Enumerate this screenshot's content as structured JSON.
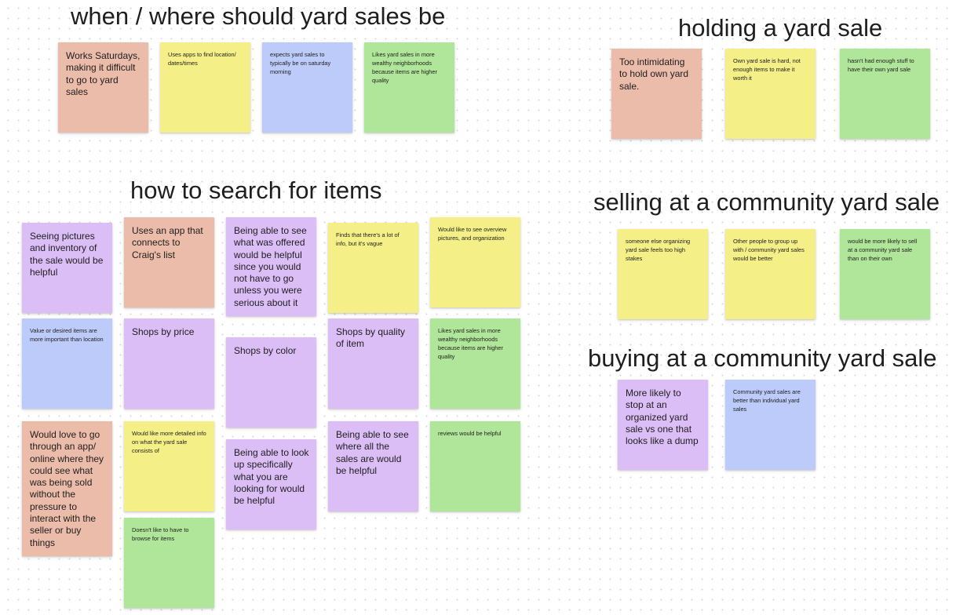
{
  "board": {
    "sections": {
      "when_where": {
        "title": "when / where should yard sales be"
      },
      "holding": {
        "title": "holding a yard sale"
      },
      "search": {
        "title": "how to search for items"
      },
      "selling_community": {
        "title": "selling at a community yard sale"
      },
      "buying_community": {
        "title": "buying at a community yard sale"
      }
    },
    "notes": {
      "ww1": {
        "text": "Works Saturdays, making it difficult to go to yard sales",
        "color": "#ecbcaa"
      },
      "ww2": {
        "text": "Uses apps to find location/ dates/times",
        "color": "#f5ef87"
      },
      "ww3": {
        "text": "expects yard sales to typically be on saturday morning",
        "color": "#bdcbfa"
      },
      "ww4": {
        "text": "Likes yard sales in more wealthy neighborhoods because items are higher quality",
        "color": "#b0e69a"
      },
      "h1": {
        "text": "Too intimidating to hold own yard sale.",
        "color": "#ecbcaa"
      },
      "h2": {
        "text": "Own yard sale is hard, not enough items to make it worth it",
        "color": "#f5ef87"
      },
      "h3": {
        "text": "hasn't had enough stuff to have their own yard sale",
        "color": "#b0e69a"
      },
      "s1": {
        "text": "Seeing pictures and inventory of the sale would be helpful",
        "color": "#dcbef7"
      },
      "s2": {
        "text": "Uses an app that connects to Craig's list",
        "color": "#ecbcaa"
      },
      "s3": {
        "text": "Being able to see what was offered would be helpful since you would not have to go unless you were serious about it",
        "color": "#dcbef7"
      },
      "s4": {
        "text": "Finds that there's a lot of info, but it's vague",
        "color": "#f5ef87"
      },
      "s5": {
        "text": "Would like to see overview pictures, and organization",
        "color": "#f5ef87"
      },
      "s6": {
        "text": "Value or desired items are more important than location",
        "color": "#bdcbfa"
      },
      "s7": {
        "text": "Shops by price",
        "color": "#dcbef7"
      },
      "s8": {
        "text": "Shops by color",
        "color": "#dcbef7"
      },
      "s9": {
        "text": "Shops by quality of item",
        "color": "#dcbef7"
      },
      "s10": {
        "text": "Likes yard sales in more wealthy neighborhoods because items are higher quality",
        "color": "#b0e69a"
      },
      "s11": {
        "text": "Would love to go through an app/ online where they could see what was being sold without the pressure to interact with the seller or buy things",
        "color": "#ecbcaa"
      },
      "s12": {
        "text": "Would like more detailed info on what the yard sale consists of",
        "color": "#f5ef87"
      },
      "s13": {
        "text": "Being able to look up specifically what you are looking for would be helpful",
        "color": "#dcbef7"
      },
      "s14": {
        "text": "Being able to see where all the sales are would be helpful",
        "color": "#dcbef7"
      },
      "s15": {
        "text": "reviews would be helpful",
        "color": "#b0e69a"
      },
      "s16": {
        "text": "Doesn't like to have to browse for items",
        "color": "#b0e69a"
      },
      "c1": {
        "text": "someone else organizing yard sale feels too high stakes",
        "color": "#f5ef87"
      },
      "c2": {
        "text": "Other people to group up with / community yard sales would be better",
        "color": "#f5ef87"
      },
      "c3": {
        "text": "would be more likely to sell at a community yard sale than on their own",
        "color": "#b0e69a"
      },
      "b1": {
        "text": "More likely to stop at an organized yard sale vs one that looks like a dump",
        "color": "#dcbef7"
      },
      "b2": {
        "text": "Community yard sales are better than individual yard sales",
        "color": "#bdcbfa"
      }
    }
  }
}
